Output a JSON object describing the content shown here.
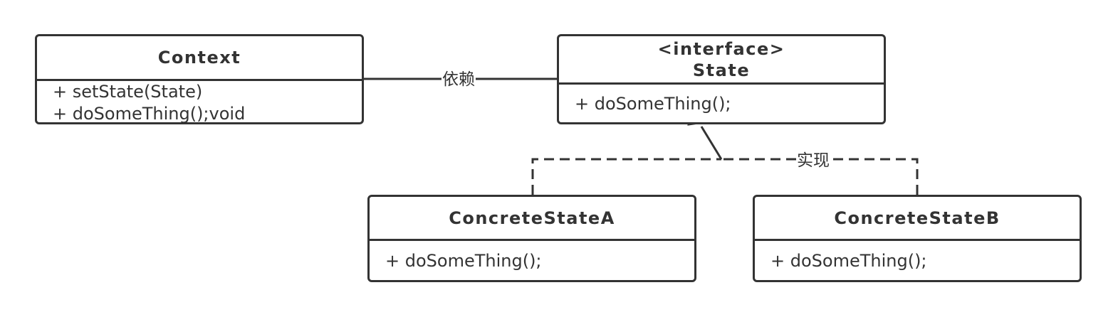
{
  "diagram": {
    "classes": [
      {
        "stereotype": "",
        "name": "Context",
        "members": [
          "+ setState(State)",
          "+ doSomeThing();void"
        ]
      },
      {
        "stereotype": "<interface>",
        "name": "State",
        "members": [
          "+ doSomeThing();"
        ]
      },
      {
        "stereotype": "",
        "name": "ConcreteStateA",
        "members": [
          "+ doSomeThing();"
        ]
      },
      {
        "stereotype": "",
        "name": "ConcreteStateB",
        "members": [
          "+ doSomeThing();"
        ]
      }
    ],
    "relations": [
      {
        "label": "依赖",
        "kind": "dependency",
        "from": "Context",
        "to": "State"
      },
      {
        "label": "实现",
        "kind": "realization",
        "from": [
          "ConcreteStateA",
          "ConcreteStateB"
        ],
        "to": "State"
      }
    ],
    "colors": {
      "stroke": "#333333",
      "background": "#ffffff"
    }
  }
}
